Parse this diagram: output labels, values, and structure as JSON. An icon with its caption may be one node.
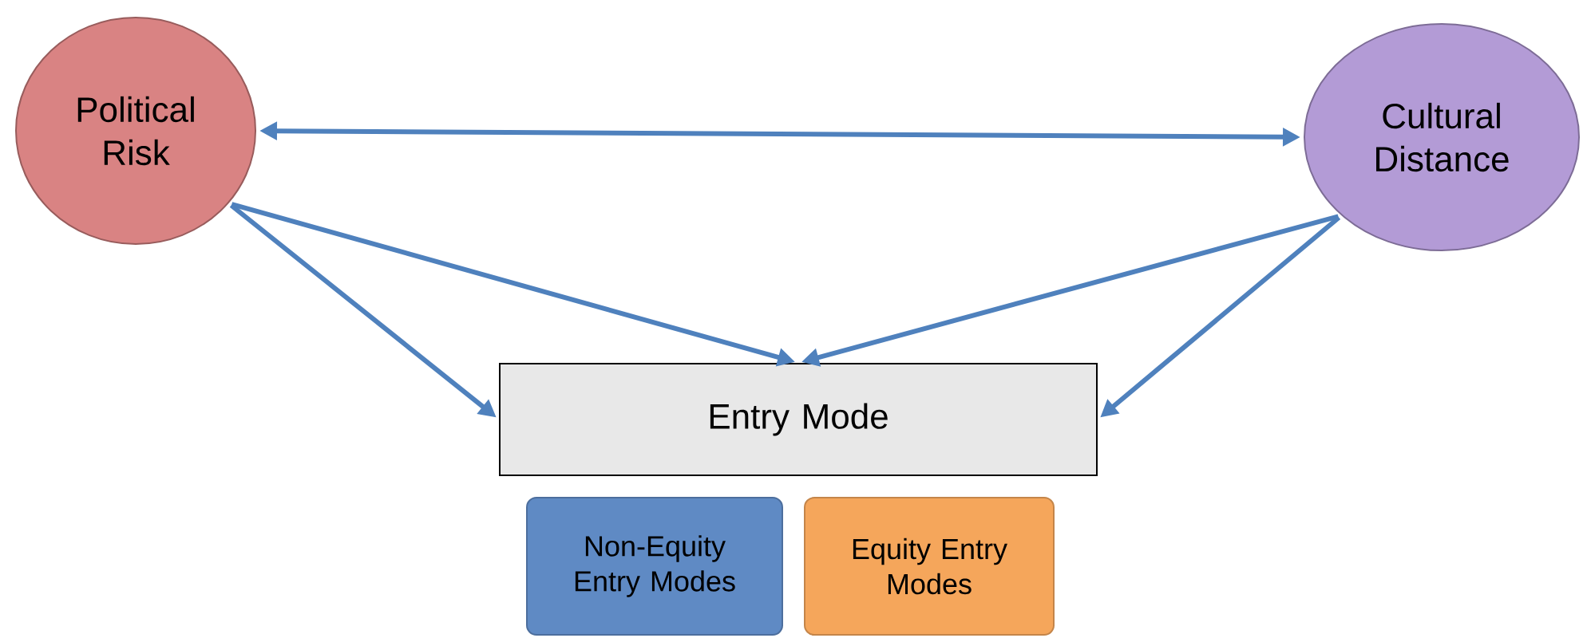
{
  "diagram": {
    "nodes": [
      {
        "text": [
          "Political Risk"
        ]
      },
      {
        "text": [
          "Cultural Distance"
        ]
      },
      {
        "text": [
          "Entry Mode"
        ]
      },
      {
        "text": [
          "Non-Equity Entry Modes"
        ]
      },
      {
        "text": [
          "Equity Entry Modes"
        ]
      }
    ],
    "edges": [
      {
        "from": 0,
        "to": 1,
        "arrow": "both"
      },
      {
        "from": 0,
        "to": 2,
        "arrow": "to"
      },
      {
        "from": 0,
        "to": 2,
        "arrow": "to"
      },
      {
        "from": 1,
        "to": 2,
        "arrow": "to"
      },
      {
        "from": 1,
        "to": 2,
        "arrow": "to"
      }
    ]
  }
}
